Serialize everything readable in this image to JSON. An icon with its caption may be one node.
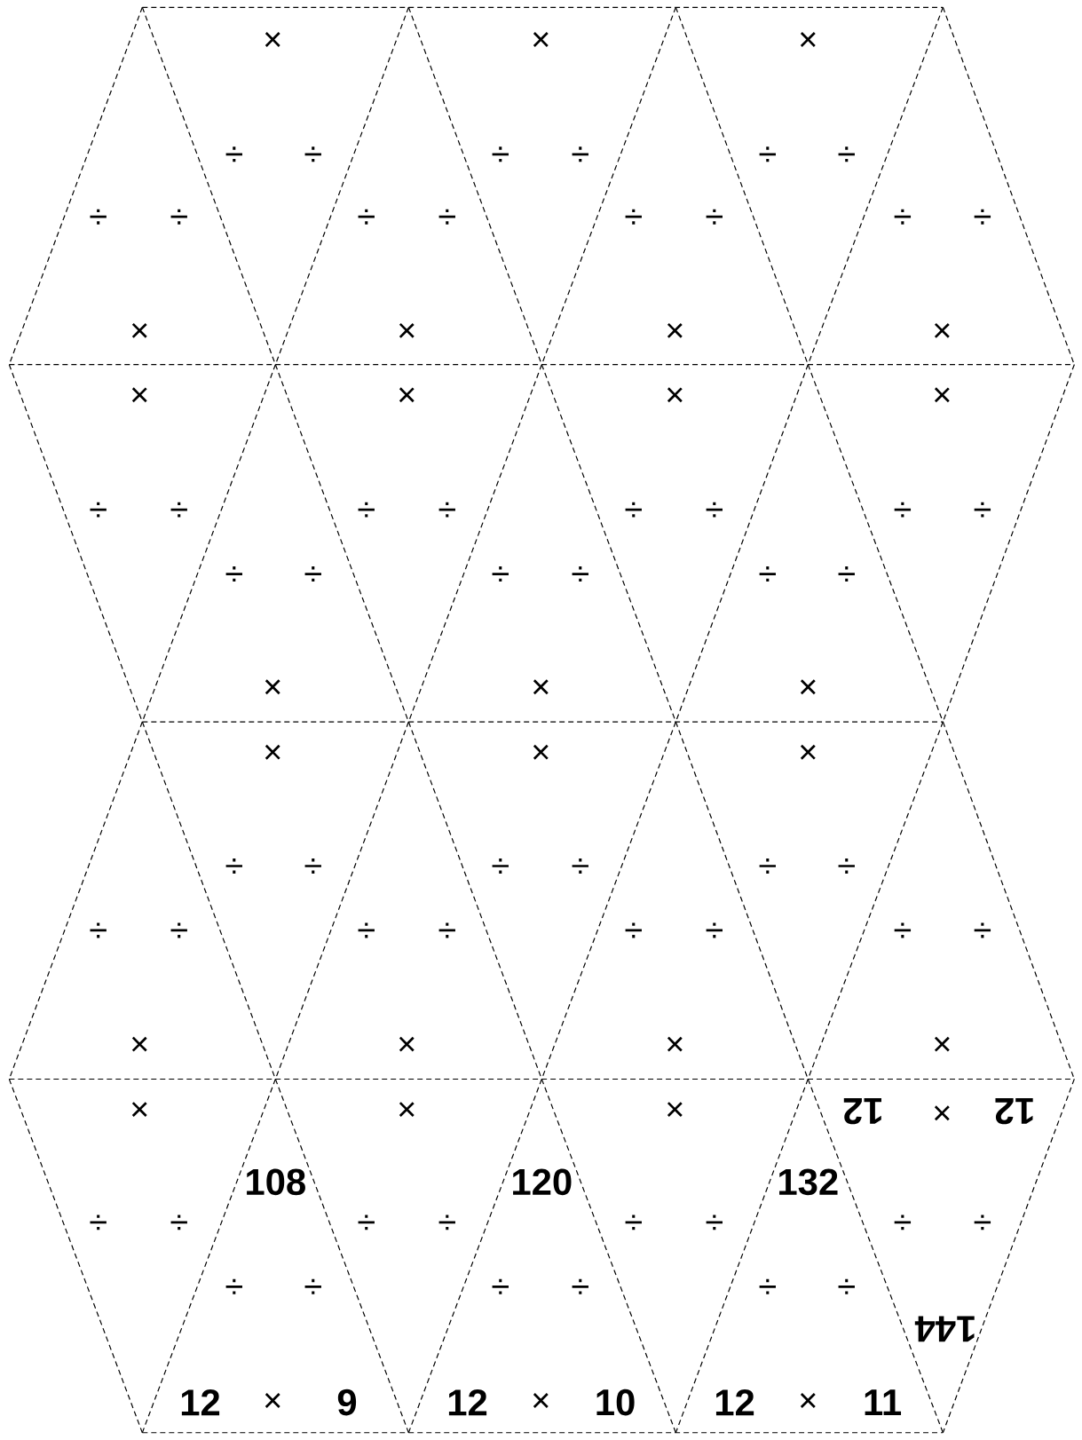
{
  "diagram": {
    "labels": [
      "×",
      "×",
      "×",
      "÷",
      "÷",
      "÷",
      "÷",
      "÷",
      "÷",
      "÷",
      "÷",
      "÷",
      "÷",
      "÷",
      "÷",
      "÷",
      "÷",
      "×",
      "×",
      "×",
      "×",
      "×",
      "×",
      "×",
      "×",
      "÷",
      "÷",
      "÷",
      "÷",
      "÷",
      "÷",
      "÷",
      "÷",
      "÷",
      "÷",
      "÷",
      "÷",
      "÷",
      "÷",
      "×",
      "×",
      "×",
      "×",
      "×",
      "×",
      "÷",
      "÷",
      "÷",
      "÷",
      "÷",
      "÷",
      "÷",
      "÷",
      "÷",
      "÷",
      "÷",
      "÷",
      "÷",
      "÷",
      "×",
      "×",
      "×",
      "×",
      "×",
      "×",
      "×",
      "12",
      "×",
      "12",
      "108",
      "120",
      "132",
      "÷",
      "÷",
      "÷",
      "÷",
      "÷",
      "÷",
      "÷",
      "÷",
      "÷",
      "÷",
      "÷",
      "÷",
      "÷",
      "÷",
      "144",
      "12",
      "×",
      "9",
      "12",
      "×",
      "10",
      "12",
      "×",
      "11"
    ]
  }
}
